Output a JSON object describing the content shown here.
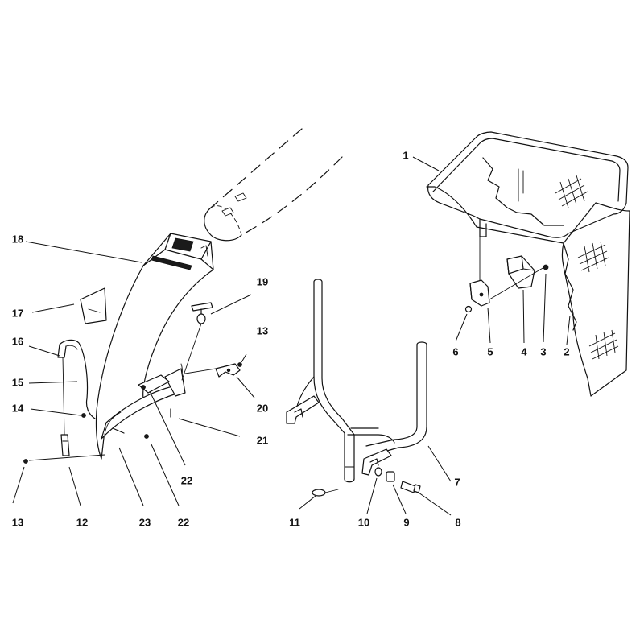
{
  "diagram": {
    "callouts": [
      {
        "id": "p1",
        "label": "1"
      },
      {
        "id": "p2",
        "label": "2"
      },
      {
        "id": "p3",
        "label": "3"
      },
      {
        "id": "p4",
        "label": "4"
      },
      {
        "id": "p5",
        "label": "5"
      },
      {
        "id": "p6",
        "label": "6"
      },
      {
        "id": "p7",
        "label": "7"
      },
      {
        "id": "p8",
        "label": "8"
      },
      {
        "id": "p9",
        "label": "9"
      },
      {
        "id": "p10",
        "label": "10"
      },
      {
        "id": "p11",
        "label": "11"
      },
      {
        "id": "p12",
        "label": "12"
      },
      {
        "id": "p13a",
        "label": "13"
      },
      {
        "id": "p13b",
        "label": "13"
      },
      {
        "id": "p14",
        "label": "14"
      },
      {
        "id": "p15",
        "label": "15"
      },
      {
        "id": "p16",
        "label": "16"
      },
      {
        "id": "p17",
        "label": "17"
      },
      {
        "id": "p18",
        "label": "18"
      },
      {
        "id": "p19",
        "label": "19"
      },
      {
        "id": "p20",
        "label": "20"
      },
      {
        "id": "p21",
        "label": "21"
      },
      {
        "id": "p22a",
        "label": "22"
      },
      {
        "id": "p22b",
        "label": "22"
      },
      {
        "id": "p23",
        "label": "23"
      }
    ]
  }
}
